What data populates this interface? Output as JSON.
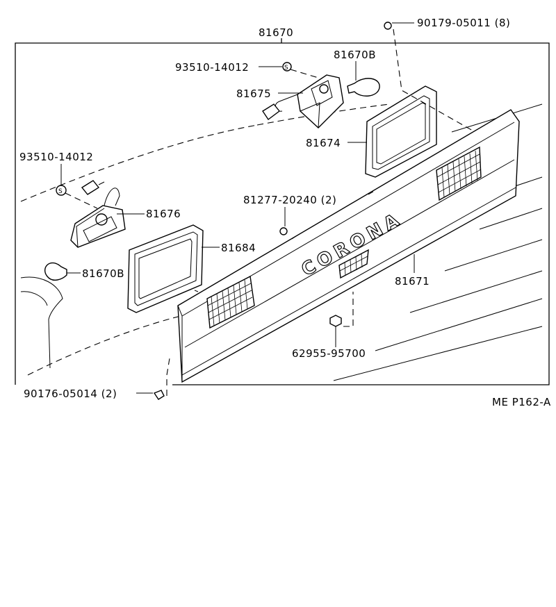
{
  "labels": {
    "assembly": "81670",
    "bolt_top": "90179-05011 (8)",
    "plug_top": "93510-14012",
    "bulb_top": "81670B",
    "socket_top": "81675",
    "gasket_right": "81674",
    "plug_left": "93510-14012",
    "socket_left": "81676",
    "clip": "81277-20240 (2)",
    "gasket_left": "81684",
    "bulb_left": "81670B",
    "garnish": "81671",
    "nut": "62955-95700",
    "screw": "90176-05014 (2)",
    "plug_symbol": "S"
  },
  "emblem": "CORONA",
  "figure_code": "ME P162-A"
}
